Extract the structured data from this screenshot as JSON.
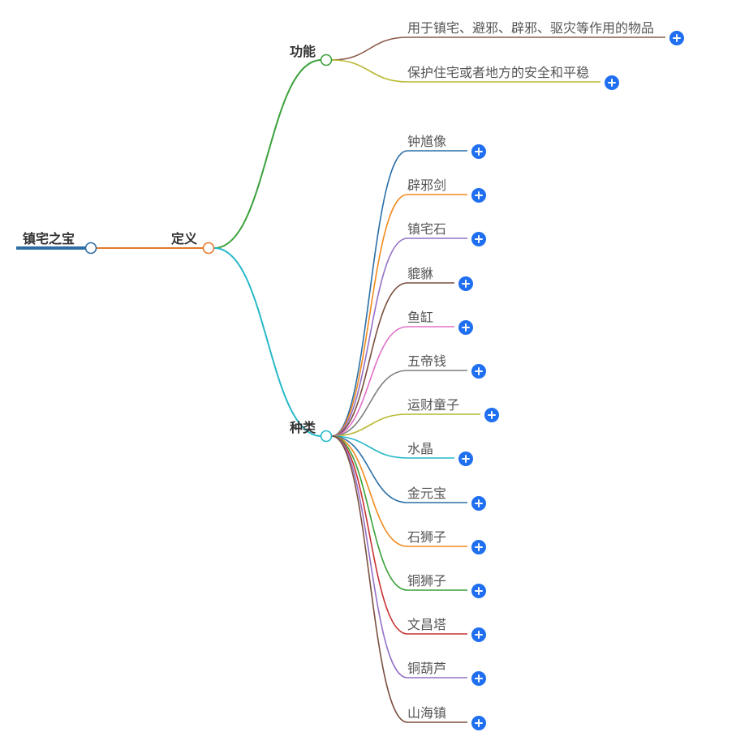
{
  "mindmap": {
    "root": {
      "label": "镇宅之宝",
      "color": "#2f6da3"
    },
    "definition": {
      "label": "定义",
      "color": "#e37a2c"
    },
    "function": {
      "label": "功能",
      "color": "#3aa13a",
      "children": [
        {
          "label": "用于镇宅、避邪、辟邪、驱灾等作用的物品",
          "color": "#8b5a4a"
        },
        {
          "label": "保护住宅或者地方的安全和平稳",
          "color": "#b8b832"
        }
      ]
    },
    "types": {
      "label": "种类",
      "color": "#26b8c8",
      "children": [
        {
          "label": "钟馗像",
          "color": "#2a6fa8"
        },
        {
          "label": "辟邪剑",
          "color": "#f08a1c"
        },
        {
          "label": "镇宅石",
          "color": "#9370c8"
        },
        {
          "label": "貔貅",
          "color": "#7a4e3e"
        },
        {
          "label": "鱼缸",
          "color": "#e070c8"
        },
        {
          "label": "五帝钱",
          "color": "#7f7f7f"
        },
        {
          "label": "运财童子",
          "color": "#b8b832"
        },
        {
          "label": "水晶",
          "color": "#26b8c8"
        },
        {
          "label": "金元宝",
          "color": "#2a6fa8"
        },
        {
          "label": "石狮子",
          "color": "#f08a1c"
        },
        {
          "label": "铜狮子",
          "color": "#3aa13a"
        },
        {
          "label": "文昌塔",
          "color": "#c83232"
        },
        {
          "label": "铜葫芦",
          "color": "#9370c8"
        },
        {
          "label": "山海镇",
          "color": "#7a4e3e"
        }
      ]
    }
  }
}
